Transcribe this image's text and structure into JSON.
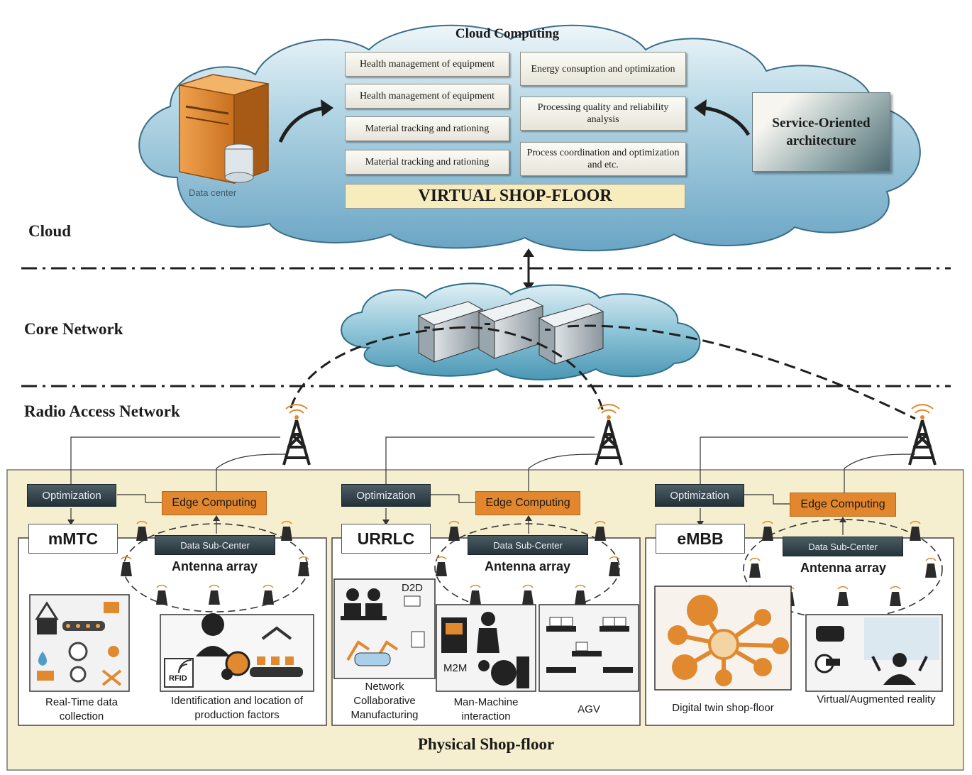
{
  "layers": {
    "cloud": "Cloud",
    "core": "Core Network",
    "ran": "Radio Access Network"
  },
  "cloud_computing": {
    "title": "Cloud Computing",
    "data_center": "Data center",
    "left_boxes": [
      "Health management of equipment",
      "Health management of equipment",
      "Material tracking and rationing",
      "Material tracking and rationing"
    ],
    "right_boxes": [
      "Energy consuption and optimization",
      "Processing quality and reliability analysis",
      "Process coordination and optimization and etc."
    ],
    "virtual_shop_floor": "VIRTUAL SHOP-FLOOR",
    "soa": "Service-Oriented architecture"
  },
  "shop_floor": {
    "title": "Physical Shop-floor",
    "optimization": "Optimization",
    "edge_computing": "Edge Computing",
    "data_sub_center": "Data Sub-Center",
    "antenna_array": "Antenna array",
    "sections": [
      {
        "service": "mMTC",
        "captions": [
          "Real-Time data collection",
          "Identification and location of production factors"
        ],
        "tags": [
          "RFID"
        ]
      },
      {
        "service": "URRLC",
        "captions": [
          "Network Collaborative Manufacturing",
          "Man-Machine interaction",
          "AGV"
        ],
        "tags": [
          "D2D",
          "M2M"
        ]
      },
      {
        "service": "eMBB",
        "captions": [
          "Digital twin shop-floor",
          "Virtual/Augmented reality"
        ],
        "tags": []
      }
    ]
  },
  "colors": {
    "cloud_fill": "#a9cde0",
    "core_cloud_fill": "#8ec5d8",
    "shop_floor_bg": "#f6efcf",
    "edge_orange": "#e2872d",
    "dark_box": "#2f3e46",
    "server_orange": "#e0892f"
  }
}
